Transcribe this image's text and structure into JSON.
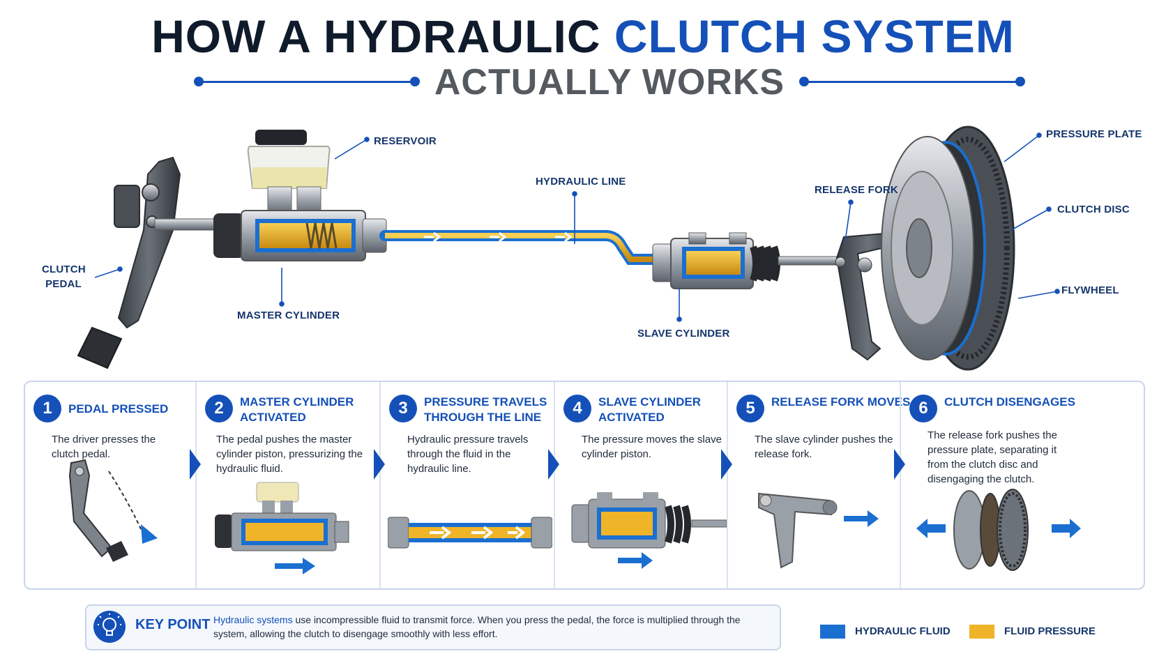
{
  "header": {
    "title_main": "HOW A HYDRAULIC ",
    "title_accent": "CLUTCH SYSTEM",
    "subtitle": "ACTUALLY WORKS"
  },
  "diagram": {
    "labels": {
      "clutch_pedal": "CLUTCH PEDAL",
      "reservoir": "RESERVOIR",
      "master_cylinder": "MASTER CYLINDER",
      "hydraulic_line": "HYDRAULIC LINE",
      "slave_cylinder": "SLAVE CYLINDER",
      "release_fork": "RELEASE FORK",
      "pressure_plate": "PRESSURE PLATE",
      "clutch_disc": "CLUTCH DISC",
      "flywheel": "FLYWHEEL"
    }
  },
  "steps": [
    {
      "number": "1",
      "title": "PEDAL PRESSED",
      "desc": "The driver presses the clutch pedal."
    },
    {
      "number": "2",
      "title": "MASTER CYLINDER ACTIVATED",
      "desc": "The pedal pushes the master cylinder piston, pressurizing the hydraulic fluid."
    },
    {
      "number": "3",
      "title": "PRESSURE TRAVELS THROUGH THE LINE",
      "desc": "Hydraulic pressure travels through the fluid in the hydraulic line."
    },
    {
      "number": "4",
      "title": "SLAVE CYLINDER ACTIVATED",
      "desc": "The pressure moves the slave cylinder piston."
    },
    {
      "number": "5",
      "title": "RELEASE FORK MOVES",
      "desc": "The slave cylinder pushes the release fork."
    },
    {
      "number": "6",
      "title": "CLUTCH DISENGAGES",
      "desc": "The release fork pushes the pressure plate, separating it from the clutch disc and disengaging the clutch."
    }
  ],
  "key_point": {
    "title": "KEY POINT",
    "highlight": "Hydraulic systems",
    "text": " use incompressible fluid to transmit force. When you press the pedal, the force is multiplied through the system, allowing the clutch to disengage smoothly with less effort."
  },
  "legend": {
    "items": [
      {
        "label": "HYDRAULIC FLUID",
        "color": "#1a6fd0"
      },
      {
        "label": "FLUID PRESSURE",
        "color": "#f0b429"
      }
    ]
  },
  "colors": {
    "accent": "#1450b8",
    "fluid": "#1a6fd0",
    "pressure": "#f0b429"
  }
}
